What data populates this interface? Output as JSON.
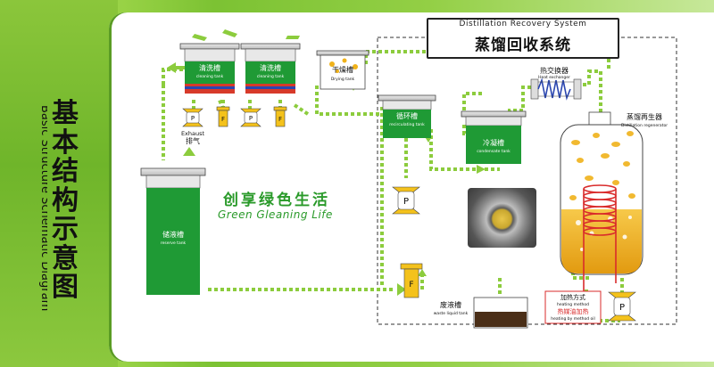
{
  "title_cn": [
    "基",
    "本",
    "结",
    "构",
    "示",
    "意",
    "图"
  ],
  "title_en": "Basic Structure Schematic Diagram",
  "system": {
    "title_en": "Distillation Recovery System",
    "title_cn": "蒸馏回收系统"
  },
  "slogan": {
    "cn": "创享绿色生活",
    "en": "Green Gleaning Life"
  },
  "tanks": {
    "cleaning_tank_1": {
      "cn": "清洗槽",
      "en": "cleaning tank"
    },
    "cleaning_tank_2": {
      "cn": "清洗槽",
      "en": "cleaning tank"
    },
    "drying_tank": {
      "cn": "干燥槽",
      "en": "Drying tank"
    },
    "circulating_tank": {
      "cn": "循环槽",
      "en": "recirculating tank"
    },
    "condensing_tank": {
      "cn": "冷凝槽",
      "en": "condensate tank"
    },
    "storage_tank": {
      "cn": "储液槽",
      "en": "reserve tank"
    },
    "waste_tank": {
      "cn": "废液槽",
      "en": "waste liquid tank"
    },
    "heat_exchanger": {
      "cn": "热交换器",
      "en": "Heat exchanger"
    },
    "distillation_regenerator": {
      "cn": "蒸馏再生器",
      "en": "Distillation regenerator"
    }
  },
  "exhaust": {
    "en": "Exhaust",
    "cn": "排气"
  },
  "heating": {
    "cn": "加热方式",
    "en": "heating method",
    "cn2": "热媒油加热",
    "en2": "heating by method oil"
  },
  "symbols": {
    "pump": "P",
    "filter": "F"
  },
  "colors": {
    "green": "#1f9a35",
    "pipe": "#8ccc3d",
    "arrow": "#8ccc3d",
    "heater": "#d92b2b",
    "liquid": "#f0b21a",
    "blue_band": "#2a46b0",
    "red_band": "#d73a2a"
  }
}
